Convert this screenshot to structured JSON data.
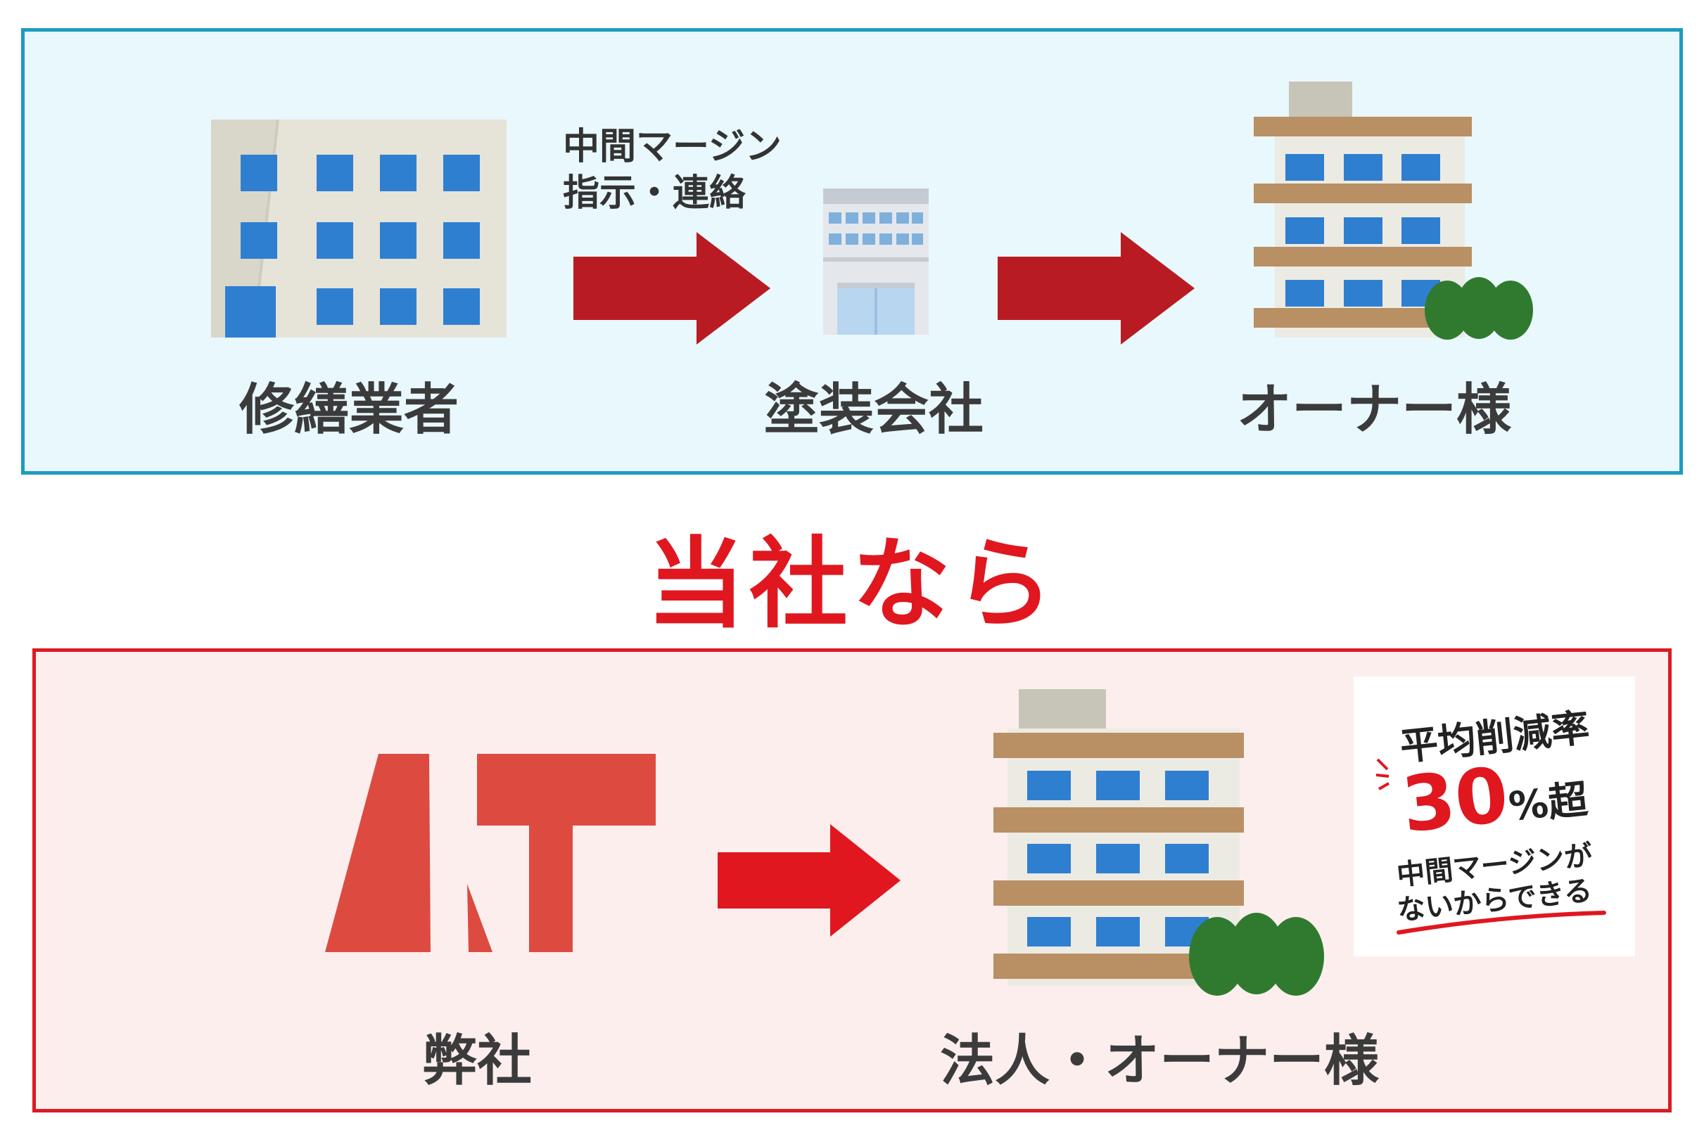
{
  "flow_before": {
    "source": "修繕業者",
    "arrow_note_line1": "中間マージン",
    "arrow_note_line2": "指示・連絡",
    "middle": "塗装会社",
    "target": "オーナー様"
  },
  "headline": "当社なら",
  "flow_after": {
    "source": "弊社",
    "target": "法人・オーナー様"
  },
  "badge": {
    "line1": "平均削減率",
    "number": "30",
    "unit": "%超",
    "line2": "中間マージンが",
    "line3": "ないからできる"
  },
  "colors": {
    "top_panel_bg": "#e9f8fd",
    "top_panel_border": "#1e9ac0",
    "bottom_panel_bg": "#fdeeee",
    "bottom_panel_border": "#db1b22",
    "arrow_top": "#b81c22",
    "arrow_bottom": "#e0171f",
    "headline": "#e0171f",
    "logo": "#dd4b40"
  }
}
